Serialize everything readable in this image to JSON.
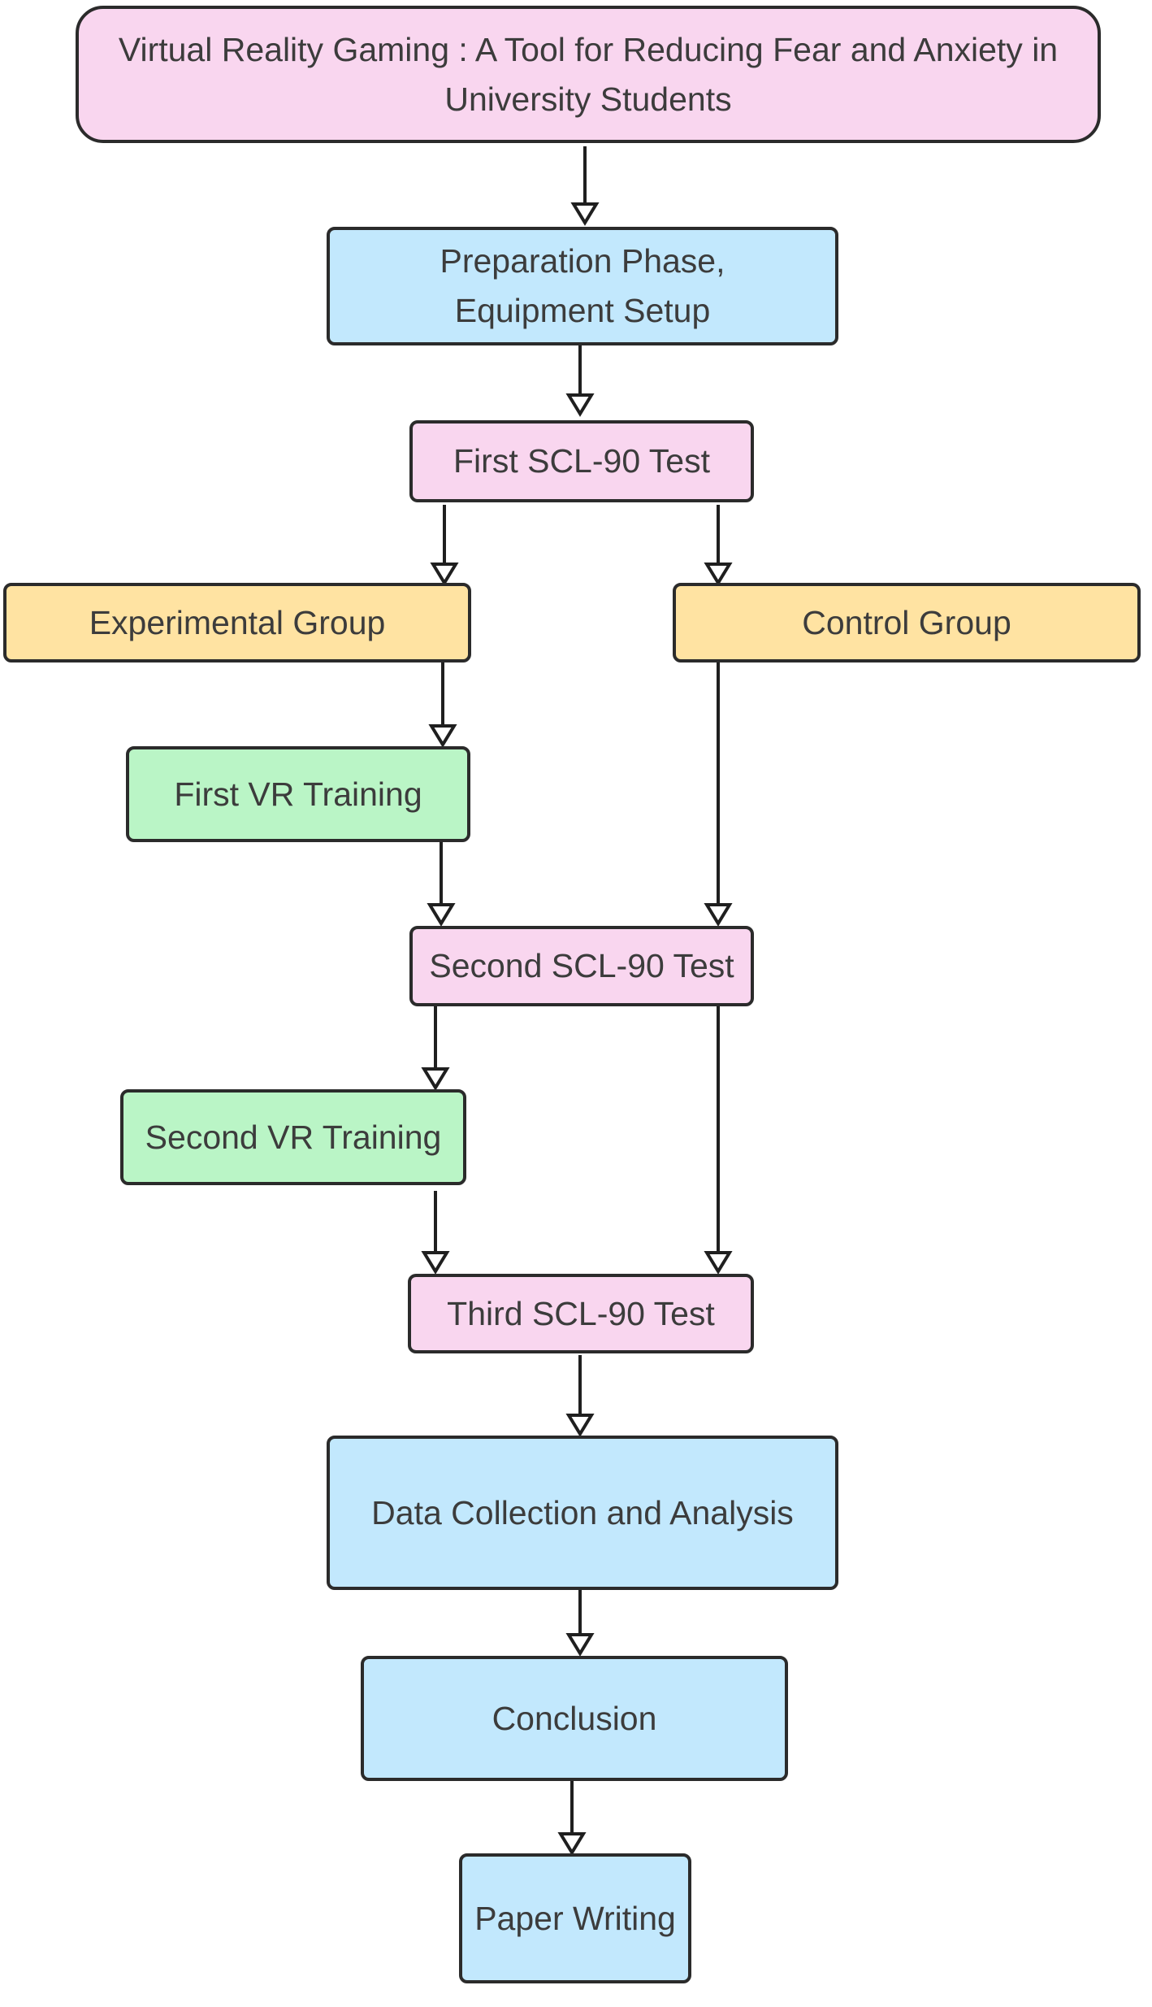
{
  "nodes": {
    "title": "Virtual Reality Gaming : A Tool for Reducing Fear and Anxiety in University Students",
    "preparation": "Preparation Phase, Equipment Setup",
    "first_scl90": "First SCL-90 Test",
    "experimental_group": "Experimental Group",
    "control_group": "Control Group",
    "first_vr_training": "First VR Training",
    "second_scl90": "Second SCL-90 Test",
    "second_vr_training": "Second VR Training",
    "third_scl90": "Third SCL-90 Test",
    "data_collection": "Data Collection and  Analysis",
    "conclusion": "Conclusion",
    "paper_writing": "Paper Writing"
  },
  "edges": [
    [
      "title",
      "preparation"
    ],
    [
      "preparation",
      "first_scl90"
    ],
    [
      "first_scl90",
      "experimental_group"
    ],
    [
      "first_scl90",
      "control_group"
    ],
    [
      "experimental_group",
      "first_vr_training"
    ],
    [
      "first_vr_training",
      "second_scl90"
    ],
    [
      "control_group",
      "second_scl90"
    ],
    [
      "second_scl90",
      "second_vr_training"
    ],
    [
      "second_vr_training",
      "third_scl90"
    ],
    [
      "second_scl90",
      "third_scl90"
    ],
    [
      "third_scl90",
      "data_collection"
    ],
    [
      "data_collection",
      "conclusion"
    ],
    [
      "conclusion",
      "paper_writing"
    ]
  ],
  "colors": {
    "pink": "#f9d6ef",
    "blue": "#c2e8fd",
    "orange": "#ffe3a2",
    "green": "#baf5c6",
    "border": "#2b2b2b",
    "text": "#3c3c3c"
  }
}
